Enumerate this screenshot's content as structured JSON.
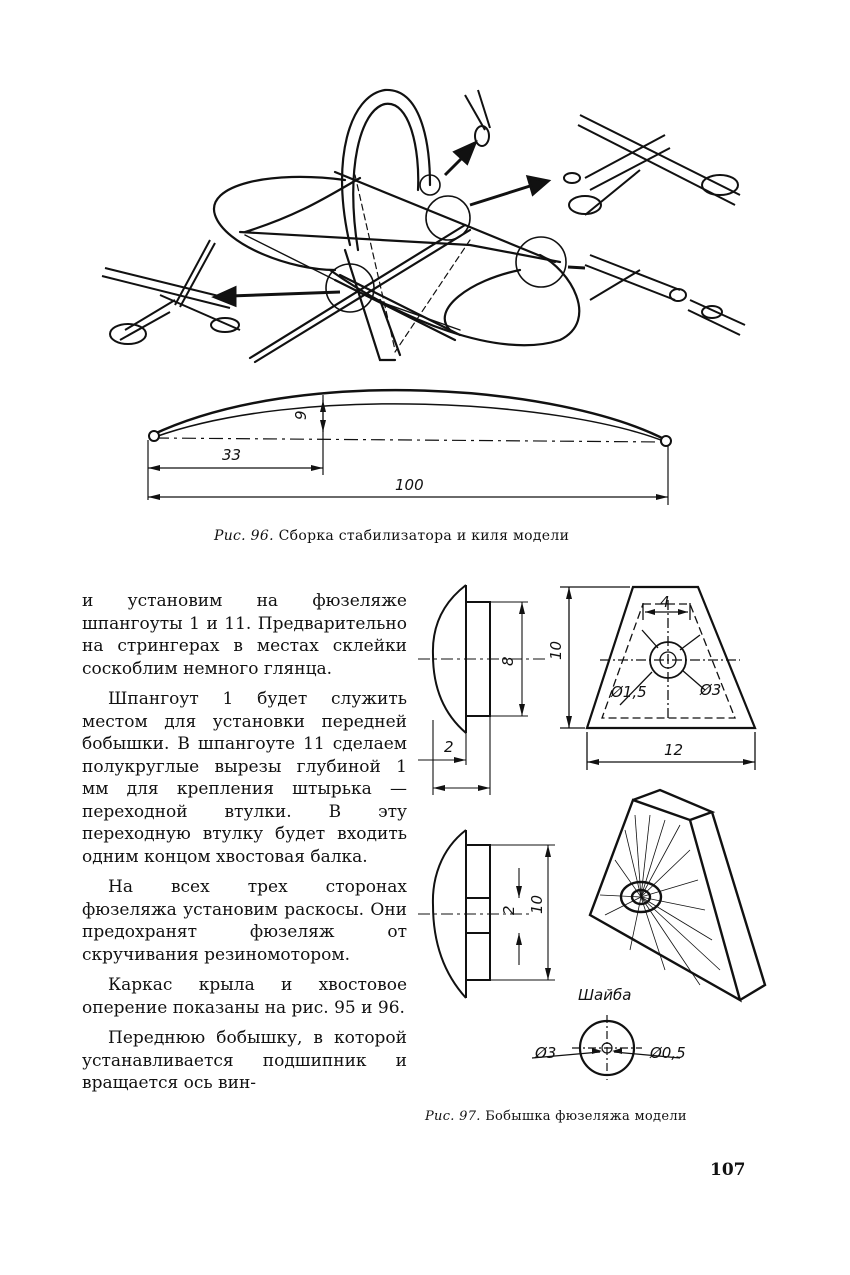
{
  "figure96": {
    "caption_label": "Рис. 96.",
    "caption_text": "Сборка стабилизатора и киля модели",
    "dimensions": {
      "rise": "9",
      "span_part": "33",
      "span_total": "100"
    }
  },
  "body": {
    "p1": "и установим на фюзеляже шпангоуты 1 и 11. Предварительно на стрингерах в местах склейки соскоблим немного глянца.",
    "p2": "Шпангоут 1 будет служить местом для установки передней бобышки. В шпангоуте 11 сделаем полукруглые вырезы глубиной 1 мм для крепления штырька — переходной втулки. В эту переходную втулку будет входить одним концом хвостовая балка.",
    "p3": "На всех трех сторонах фюзеляжа установим раскосы. Они предохранят фюзеляж от скручивания резиномотором.",
    "p4": "Каркас крыла и хвостовое оперение показаны на рис. 95 и 96.",
    "p5": "Переднюю бобышку, в которой устанавливается подшипник и вращается ось вин-"
  },
  "figure97": {
    "caption_label": "Рис. 97.",
    "caption_text": "Бобышка фюзеляжа модели",
    "dims": {
      "top_side_8": "8",
      "top_side_2": "2",
      "front_height": "10",
      "front_top": "4",
      "front_width": "12",
      "front_d15": "Ø1,5",
      "front_d3": "Ø3",
      "bottom_side_2": "2",
      "bottom_side_10": "10"
    },
    "washer_label": "Шайба",
    "washer_d3": "Ø3",
    "washer_d05": "Ø0,5"
  },
  "page_number": "107"
}
